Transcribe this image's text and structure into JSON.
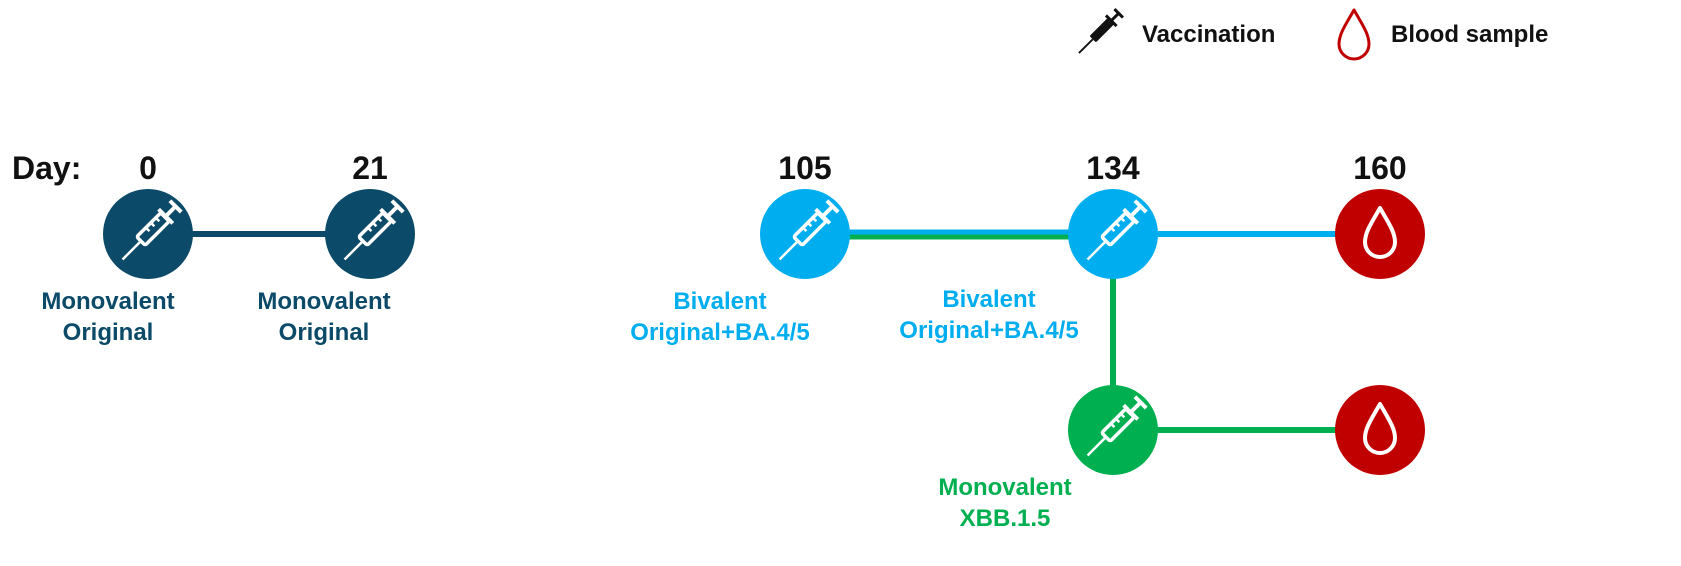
{
  "legend": {
    "vaccination": {
      "label": "Vaccination",
      "icon": "syringe-icon"
    },
    "blood_sample": {
      "label": "Blood sample",
      "icon": "blood-drop-icon"
    }
  },
  "timeline": {
    "day_label": "Day:",
    "days": [
      "0",
      "21",
      "105",
      "134",
      "160"
    ]
  },
  "nodes": [
    {
      "id": "v0",
      "kind": "vaccination",
      "day": "0",
      "color": "#0b4a68",
      "line1": "Monovalent",
      "line2": "Original"
    },
    {
      "id": "v21",
      "kind": "vaccination",
      "day": "21",
      "color": "#0b4a68",
      "line1": "Monovalent",
      "line2": "Original"
    },
    {
      "id": "v105",
      "kind": "vaccination",
      "day": "105",
      "color": "#00aeef",
      "line1": "Bivalent",
      "line2": "Original+BA.4/5"
    },
    {
      "id": "v134",
      "kind": "vaccination",
      "day": "134",
      "color": "#00aeef",
      "line1": "Bivalent",
      "line2": "Original+BA.4/5"
    },
    {
      "id": "v134x",
      "kind": "vaccination",
      "day": "134",
      "color": "#00b050",
      "line1": "Monovalent",
      "line2": "XBB.1.5"
    },
    {
      "id": "b160a",
      "kind": "blood",
      "day": "160",
      "color": "#c00000"
    },
    {
      "id": "b160b",
      "kind": "blood",
      "day": "160",
      "color": "#c00000"
    }
  ],
  "colors": {
    "original": "#0b4a68",
    "bivalent": "#00aeef",
    "xbb": "#00b050",
    "blood": "#c00000"
  }
}
